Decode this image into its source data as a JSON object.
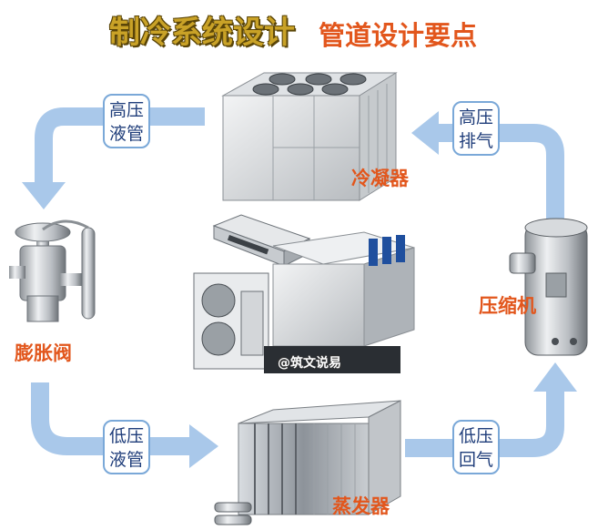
{
  "title": {
    "main": "制冷系统设计",
    "sub": "管道设计要点"
  },
  "labels": [
    {
      "key": "high_pressure_liquid",
      "line1": "高压",
      "line2": "液管"
    },
    {
      "key": "high_pressure_discharge",
      "line1": "高压",
      "line2": "排气"
    },
    {
      "key": "low_pressure_liquid",
      "line1": "低压",
      "line2": "液管"
    },
    {
      "key": "low_pressure_suction",
      "line1": "低压",
      "line2": "回气"
    }
  ],
  "components": {
    "condenser": "冷凝器",
    "expansion_valve": "膨胀阀",
    "compressor": "压缩机",
    "evaporator": "蒸发器"
  },
  "watermark": "@筑文说易",
  "colors": {
    "title_gold": "#c9a227",
    "accent_orange": "#e2561c",
    "arrow_blue": "#a9c8ea",
    "label_text": "#1f3d7a"
  }
}
